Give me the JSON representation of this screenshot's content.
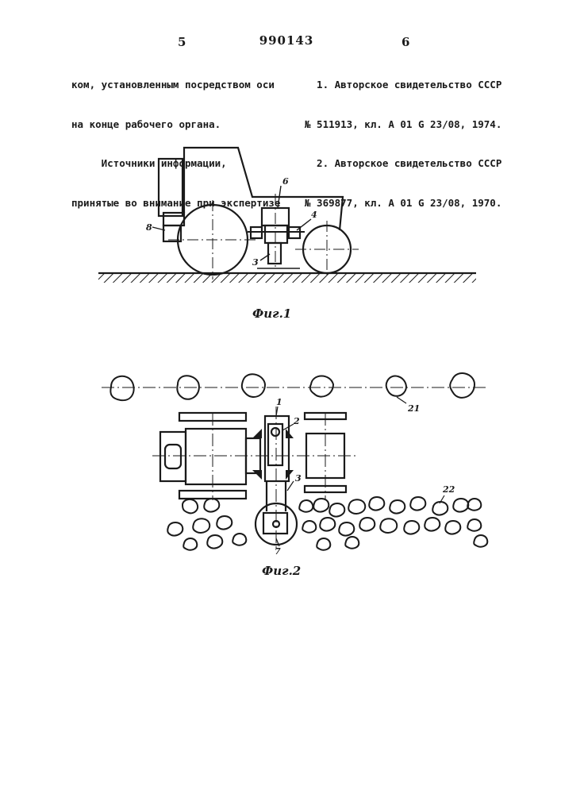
{
  "header": {
    "left_page": "5",
    "document_number": "990143",
    "right_page": "6"
  },
  "left_column": [
    "ком, установленным посредством оси",
    "на конце рабочего органа.",
    "     Источники информации,",
    "принятые во внимание при экспертизе"
  ],
  "right_column": [
    "  1. Авторское свидетельство СССР",
    "№ 511913, кл. А 01 G 23/08, 1974.",
    "  2. Авторское свидетельство СССР",
    "№ 369877, кл. А 01 G 23/08, 1970."
  ],
  "figure1": {
    "caption": "Фиг.1",
    "labels": {
      "l8": "8",
      "l6": "6",
      "l4": "4",
      "l3": "3"
    }
  },
  "figure2": {
    "caption": "Фиг.2",
    "labels": {
      "l1": "1",
      "l2": "2",
      "l3": "3",
      "l7": "7",
      "l21": "21",
      "l22": "22"
    }
  }
}
